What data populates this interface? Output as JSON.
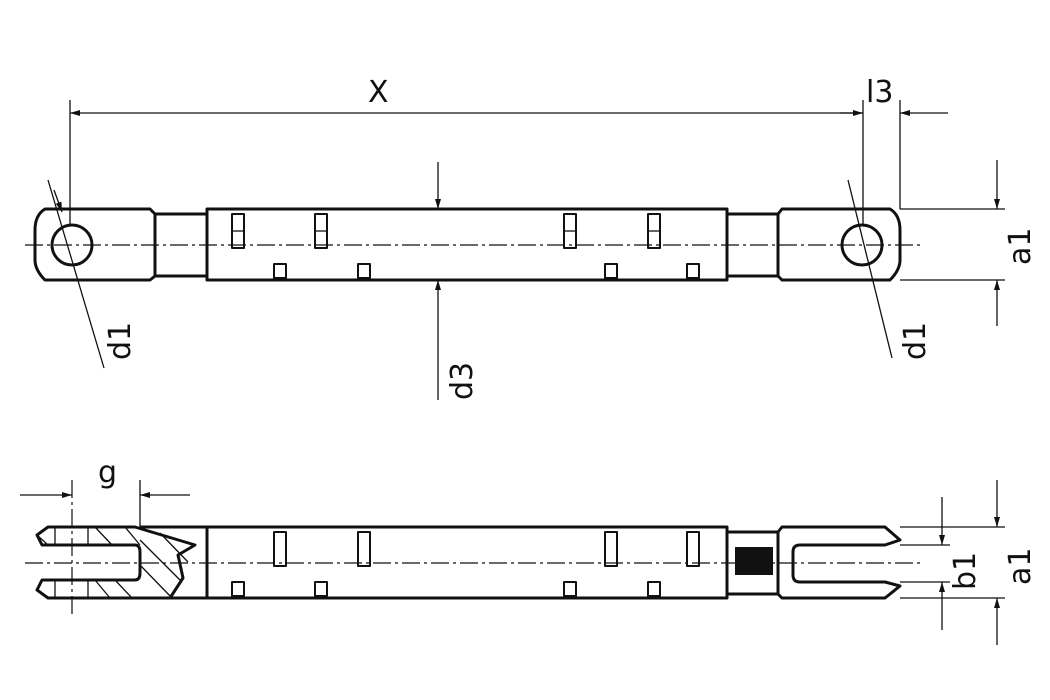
{
  "labels": {
    "x": "X",
    "l3": "l3",
    "d1_left": "d1",
    "d1_right": "d1",
    "d3": "d3",
    "a1_top": "a1",
    "g": "g",
    "b1": "b1",
    "a1_bottom": "a1"
  },
  "colors": {
    "line": "#111111",
    "background": "#ffffff"
  }
}
